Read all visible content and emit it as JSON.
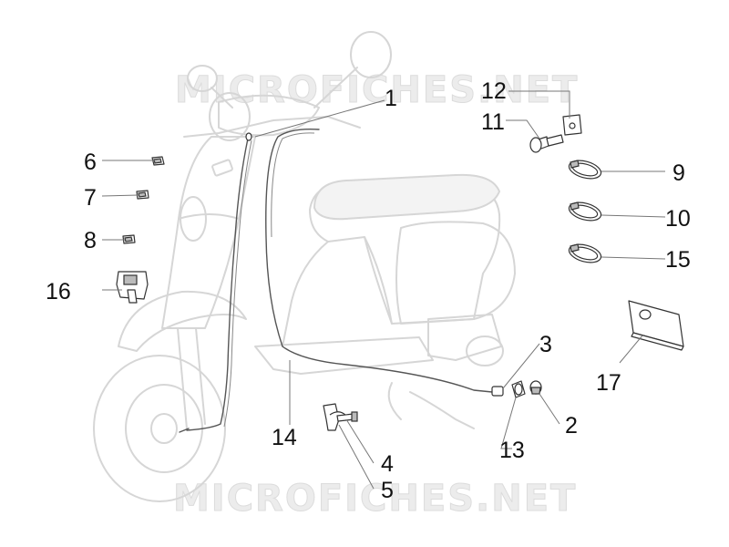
{
  "watermark": "MICROFICHES.NET",
  "callouts": {
    "c1": "1",
    "c2": "2",
    "c3": "3",
    "c4": "4",
    "c5": "5",
    "c6": "6",
    "c7": "7",
    "c8": "8",
    "c9": "9",
    "c10": "10",
    "c11": "11",
    "c12": "12",
    "c13": "13",
    "c14": "14",
    "c15": "15",
    "c16": "16",
    "c17": "17"
  },
  "colors": {
    "ghost_outline": "#d6d6d6",
    "part_stroke": "#333333",
    "text": "#111111",
    "watermark": "#e6e6e6"
  }
}
